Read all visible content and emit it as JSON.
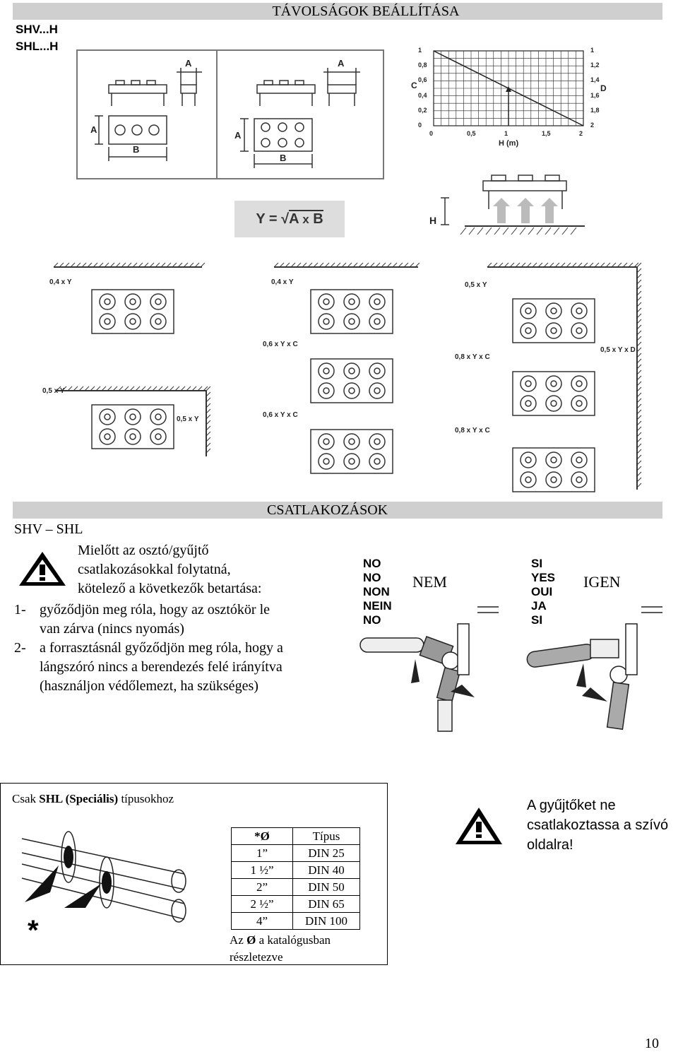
{
  "section1": {
    "title": "TÁVOLSÁGOK BEÁLLÍTÁSA",
    "models": [
      "SHV...H",
      "SHL...H"
    ],
    "dim_labels": {
      "a": "A",
      "b": "B",
      "c": "C",
      "d": "D",
      "h": "H"
    },
    "formula": {
      "lhs": "Y =",
      "a": "A",
      "x": "x",
      "b": "B"
    },
    "graph": {
      "left_axis": [
        "1",
        "0,8",
        "0,6",
        "0,4",
        "0,2",
        "0"
      ],
      "right_axis": [
        "1",
        "1,2",
        "1,4",
        "1,6",
        "1,8",
        "2"
      ],
      "x_axis": [
        "0",
        "0,5",
        "1",
        "1,5",
        "2"
      ],
      "xlabel": "H (m)"
    },
    "layout_labels": {
      "l1_top": "0,4 x Y",
      "l2_top": "0,5 x Y",
      "l2_side": "0,5 x Y",
      "c_top": "0,4 x Y",
      "c_gap1": "0,6 x Y x C",
      "c_gap2": "0,6 x Y x C",
      "r_top": "0,5 x Y",
      "r_gap1": "0,8 x Y x C",
      "r_side": "0,5 x Y x D",
      "r_gap2": "0,8 x Y x C"
    }
  },
  "section2": {
    "title": "CSATLAKOZÁSOK",
    "subtitle": "SHV – SHL",
    "warning_l1": "Mielőtt az osztó/gyűjtő",
    "warning_l2": "csatlakozásokkal folytatná,",
    "warning_l3": "kötelező a következők betartása:",
    "item1_num": "1-",
    "item1_l1": "győződjön meg róla, hogy az osztókör le",
    "item1_l2": "van zárva (nincs nyomás)",
    "item2_num": "2-",
    "item2_l1": "a forrasztásnál győződjön meg róla, hogy a",
    "item2_l2": "lángszóró nincs a berendezés felé irányítva",
    "item2_l3": "(használjon védőlemezt, ha szükséges)",
    "no_words": [
      "NO",
      "NO",
      "NON",
      "NEIN",
      "NO"
    ],
    "no_label": "NEM",
    "yes_words": [
      "SI",
      "YES",
      "OUI",
      "JA",
      "SI"
    ],
    "yes_label": "IGEN"
  },
  "section3": {
    "box_title_pre": "Csak ",
    "box_title_bold": "SHL (Speciális)",
    "box_title_post": " típusokhoz",
    "asterisk": "*",
    "table_headers": [
      "*Ø",
      "Típus"
    ],
    "table_rows": [
      [
        "1”",
        "DIN 25"
      ],
      [
        "1 ½”",
        "DIN 40"
      ],
      [
        "2”",
        "DIN 50"
      ],
      [
        "2 ½”",
        "DIN 65"
      ],
      [
        "4”",
        "DIN 100"
      ]
    ],
    "note_pre": "Az ",
    "note_bold": "Ø",
    "note_post": " a katalógusban",
    "note_l2": "részletezve",
    "warning_text_l1": "A gyűjtőket ne",
    "warning_text_l2": "csatlakoztassa a szívó",
    "warning_text_l3": "oldalra!"
  },
  "page_number": "10"
}
